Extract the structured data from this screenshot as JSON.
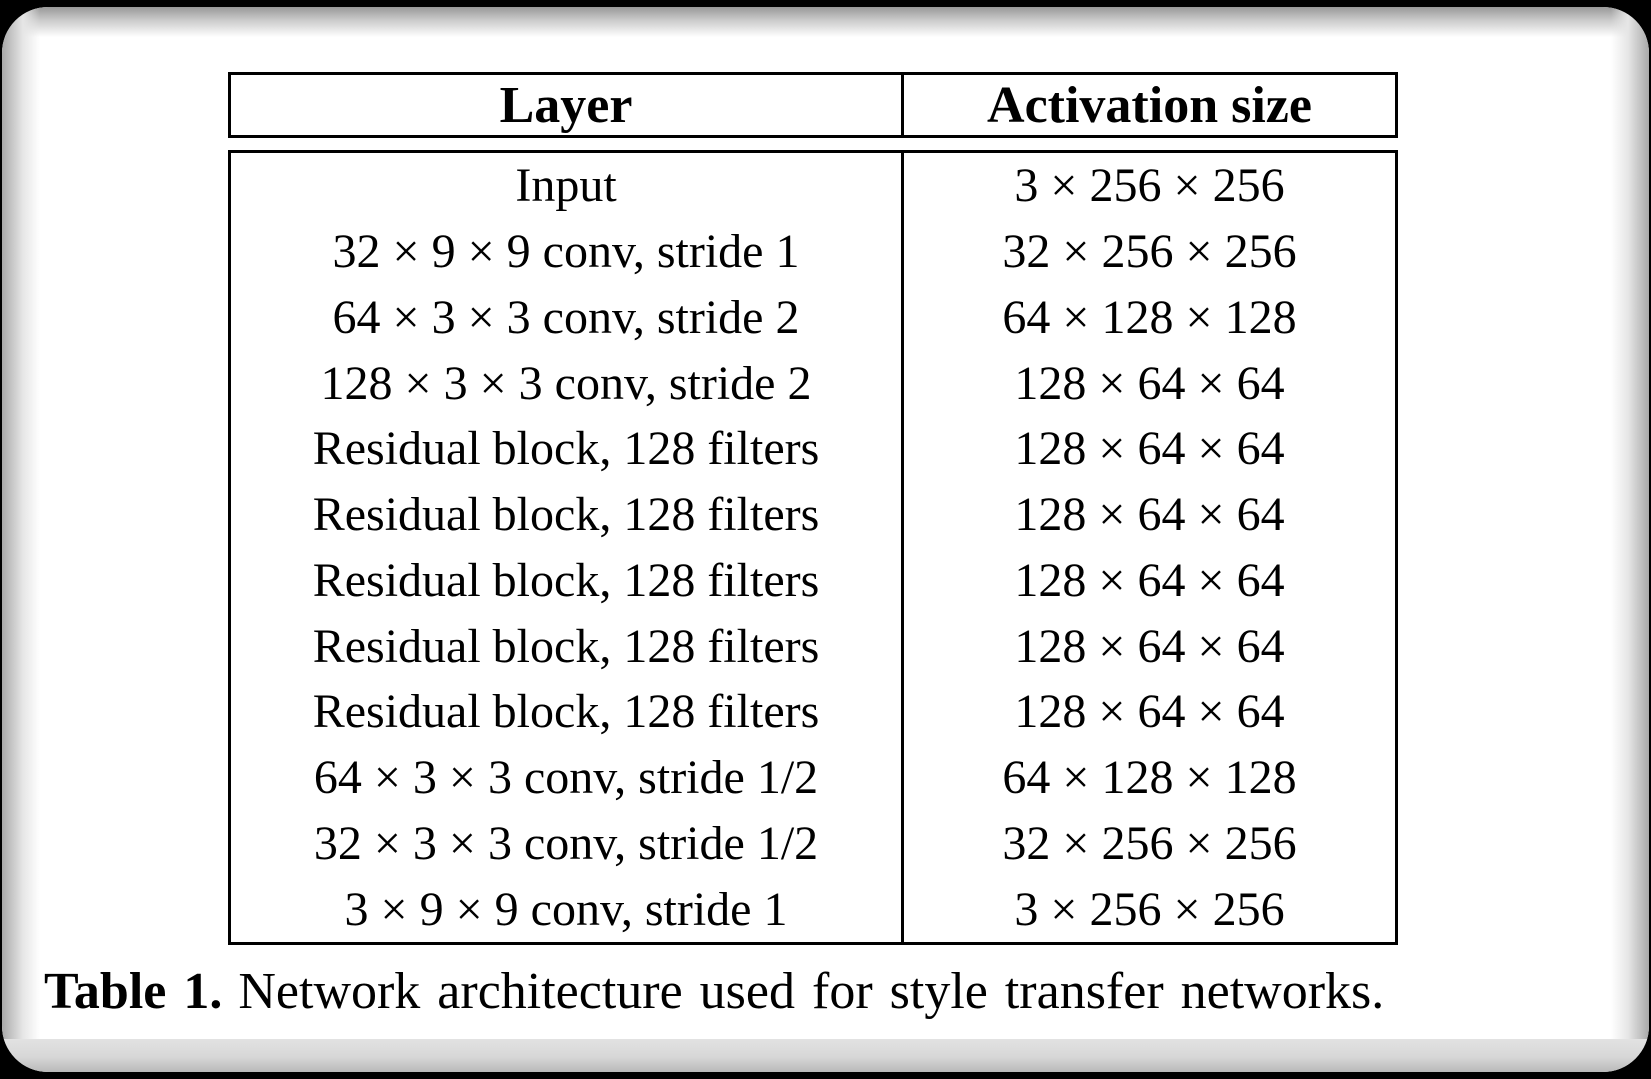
{
  "chart_data": {
    "type": "table",
    "columns": [
      "Layer",
      "Activation size"
    ],
    "rows": [
      {
        "layer": "Input",
        "activation": "3 × 256 × 256"
      },
      {
        "layer": "32 × 9 × 9 conv, stride 1",
        "activation": "32 × 256 × 256"
      },
      {
        "layer": "64 × 3 × 3 conv, stride 2",
        "activation": "64 × 128 × 128"
      },
      {
        "layer": "128 × 3 × 3 conv, stride 2",
        "activation": "128 × 64 × 64"
      },
      {
        "layer": "Residual block, 128 filters",
        "activation": "128 × 64 × 64"
      },
      {
        "layer": "Residual block, 128 filters",
        "activation": "128 × 64 × 64"
      },
      {
        "layer": "Residual block, 128 filters",
        "activation": "128 × 64 × 64"
      },
      {
        "layer": "Residual block, 128 filters",
        "activation": "128 × 64 × 64"
      },
      {
        "layer": "Residual block, 128 filters",
        "activation": "128 × 64 × 64"
      },
      {
        "layer": "64 × 3 × 3 conv, stride 1/2",
        "activation": "64 × 128 × 128"
      },
      {
        "layer": "32 × 3 × 3 conv, stride 1/2",
        "activation": "32 × 256 × 256"
      },
      {
        "layer": "3 × 9 × 9 conv, stride 1",
        "activation": "3 × 256 × 256"
      }
    ]
  },
  "caption": {
    "label": "Table 1.",
    "text": "Network architecture used for style transfer networks."
  },
  "colors": {
    "text": "#000000",
    "table_border": "#000000",
    "page_bg": "#ffffff",
    "frame_bg": "#000000",
    "footer_band": "#d7d7d7"
  }
}
